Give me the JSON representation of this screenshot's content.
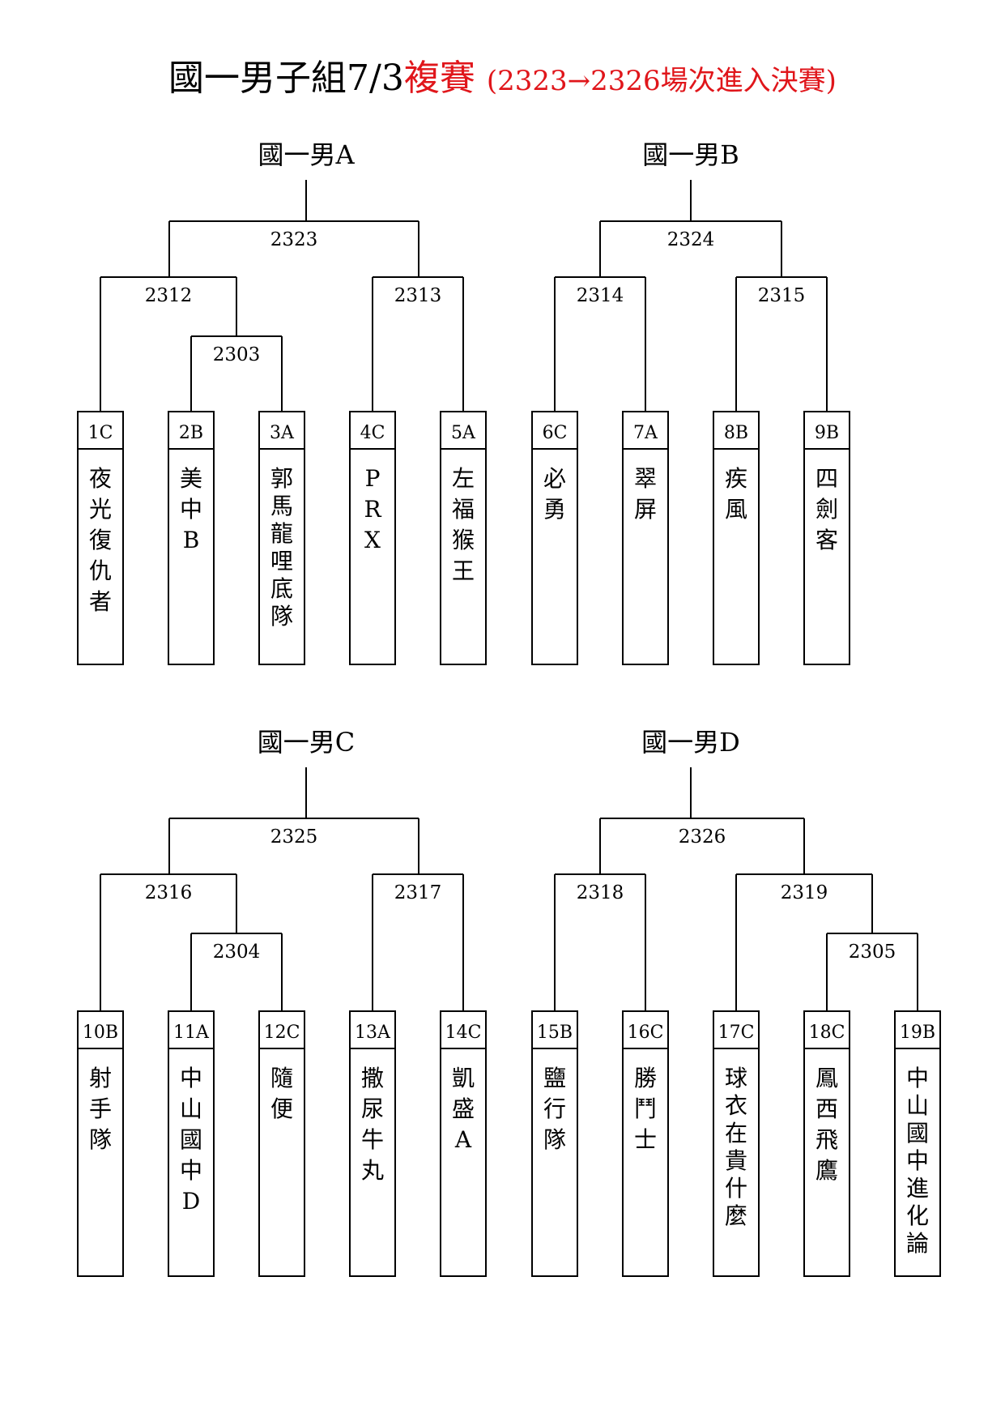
{
  "title": {
    "main": "國一男子組7/3",
    "stage": "複賽",
    "note": "(2323→2326場次進入決賽)"
  },
  "groups": [
    {
      "name": "國一男A",
      "final": "2323",
      "matches": [
        "2312",
        "2313",
        "2303"
      ],
      "teams": [
        {
          "seed": "1C",
          "name": "夜光復仇者"
        },
        {
          "seed": "2B",
          "name": "美中B"
        },
        {
          "seed": "3A",
          "name": "郭馬龍哩底隊"
        },
        {
          "seed": "4C",
          "name": "PRX"
        },
        {
          "seed": "5A",
          "name": "左福猴王"
        }
      ]
    },
    {
      "name": "國一男B",
      "final": "2324",
      "matches": [
        "2314",
        "2315"
      ],
      "teams": [
        {
          "seed": "6C",
          "name": "必勇"
        },
        {
          "seed": "7A",
          "name": "翠屏"
        },
        {
          "seed": "8B",
          "name": "疾風"
        },
        {
          "seed": "9B",
          "name": "四劍客"
        }
      ]
    },
    {
      "name": "國一男C",
      "final": "2325",
      "matches": [
        "2316",
        "2317",
        "2304"
      ],
      "teams": [
        {
          "seed": "10B",
          "name": "射手隊"
        },
        {
          "seed": "11A",
          "name": "中山國中D"
        },
        {
          "seed": "12C",
          "name": "隨便"
        },
        {
          "seed": "13A",
          "name": "撒尿牛丸"
        },
        {
          "seed": "14C",
          "name": "凱盛A"
        }
      ]
    },
    {
      "name": "國一男D",
      "final": "2326",
      "matches": [
        "2318",
        "2319",
        "2305"
      ],
      "teams": [
        {
          "seed": "15B",
          "name": "鹽行隊"
        },
        {
          "seed": "16C",
          "name": "勝鬥士"
        },
        {
          "seed": "17C",
          "name": "球衣在貴什麼"
        },
        {
          "seed": "18C",
          "name": "鳳西飛鷹"
        },
        {
          "seed": "19B",
          "name": "中山國中進化論"
        }
      ]
    }
  ]
}
